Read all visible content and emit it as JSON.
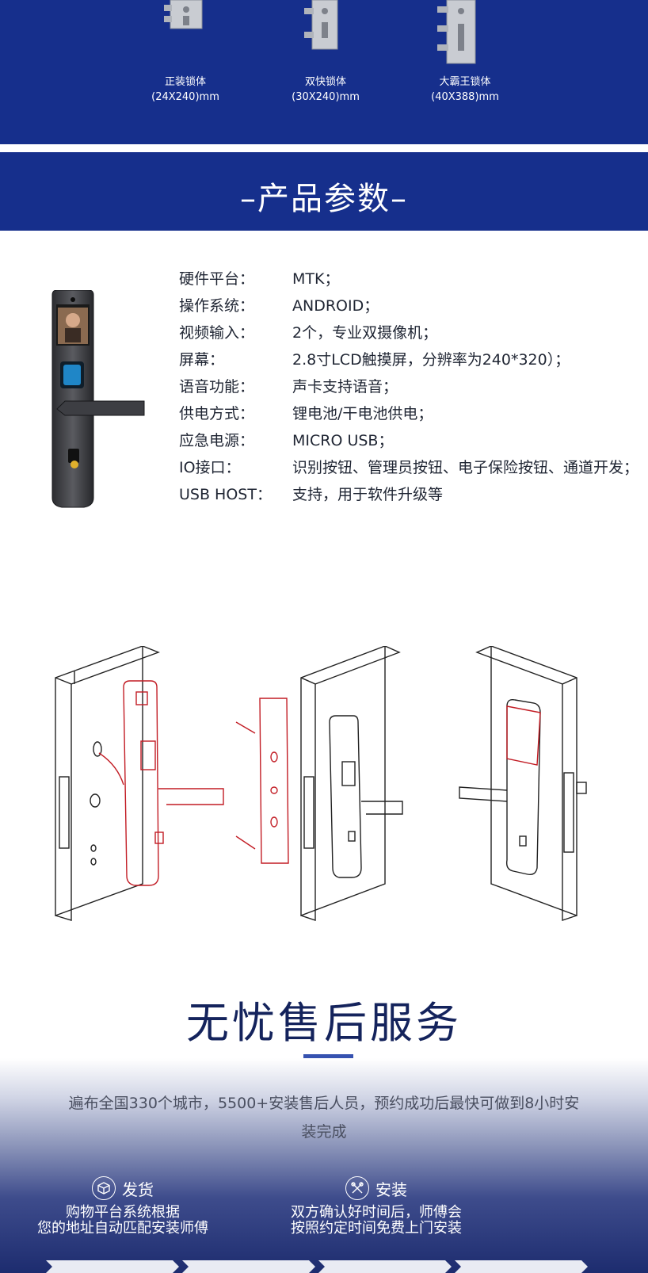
{
  "lock_bodies": [
    {
      "name": "正装锁体",
      "size": "(24X240)mm"
    },
    {
      "name": "双快锁体",
      "size": "(30X240)mm"
    },
    {
      "name": "大霸王锁体",
      "size": "(40X388)mm"
    }
  ],
  "params_section": {
    "title": "–产品参数–",
    "rows": [
      {
        "label": "硬件平台：",
        "value": "MTK；"
      },
      {
        "label": "操作系统：",
        "value": "ANDROID；"
      },
      {
        "label": "视频输入：",
        "value": "2个，专业双摄像机；"
      },
      {
        "label": "屏幕：",
        "value": "2.8寸LCD触摸屏，分辨率为240*320）；"
      },
      {
        "label": "语音功能：",
        "value": "声卡支持语音；"
      },
      {
        "label": "供电方式：",
        "value": "锂电池/干电池供电；"
      },
      {
        "label": "应急电源：",
        "value": "MICRO USB；"
      },
      {
        "label": "IO接口：",
        "value": "识别按钮、管理员按钮、电子保险按钮、通道开发；"
      },
      {
        "label": "USB HOST：",
        "value": "支持，用于软件升级等"
      }
    ]
  },
  "service": {
    "title": "无忧售后服务",
    "description": "遍布全国330个城市，5500+安装售后人员，预约成功后最快可做到8小时安装完成",
    "steps": [
      {
        "icon": "box-icon",
        "title": "发货",
        "text1": "购物平台系统根据",
        "text2": "您的地址自动匹配安装师傅"
      },
      {
        "icon": "tools-icon",
        "title": "安装",
        "text1": "双方确认好时间后，师傅会",
        "text2": "按照约定时间免费上门安装"
      }
    ]
  },
  "colors": {
    "brand_blue": "#162f8c",
    "title_navy": "#14235c",
    "accent_bar": "#3652b0",
    "red_outline": "#c21c24"
  }
}
